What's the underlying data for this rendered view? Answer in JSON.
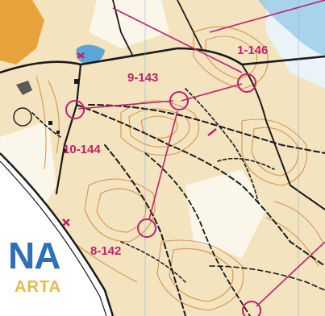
{
  "map": {
    "colors": {
      "background": "#f3e3bf",
      "forest": "#ffffff",
      "contour": "#d08a3a",
      "water": "#5aa6d6",
      "path": "#1a1a1a",
      "course": "#c4206a",
      "sand": "#e8a23b"
    },
    "controls": [
      {
        "code": "1-146",
        "label": "1-146"
      },
      {
        "code": "9-143",
        "label": "9-143"
      },
      {
        "code": "10-144",
        "label": "10-144"
      },
      {
        "code": "8-142",
        "label": "8-142"
      }
    ],
    "brand": {
      "big": "NA",
      "small": "ARTA"
    }
  }
}
